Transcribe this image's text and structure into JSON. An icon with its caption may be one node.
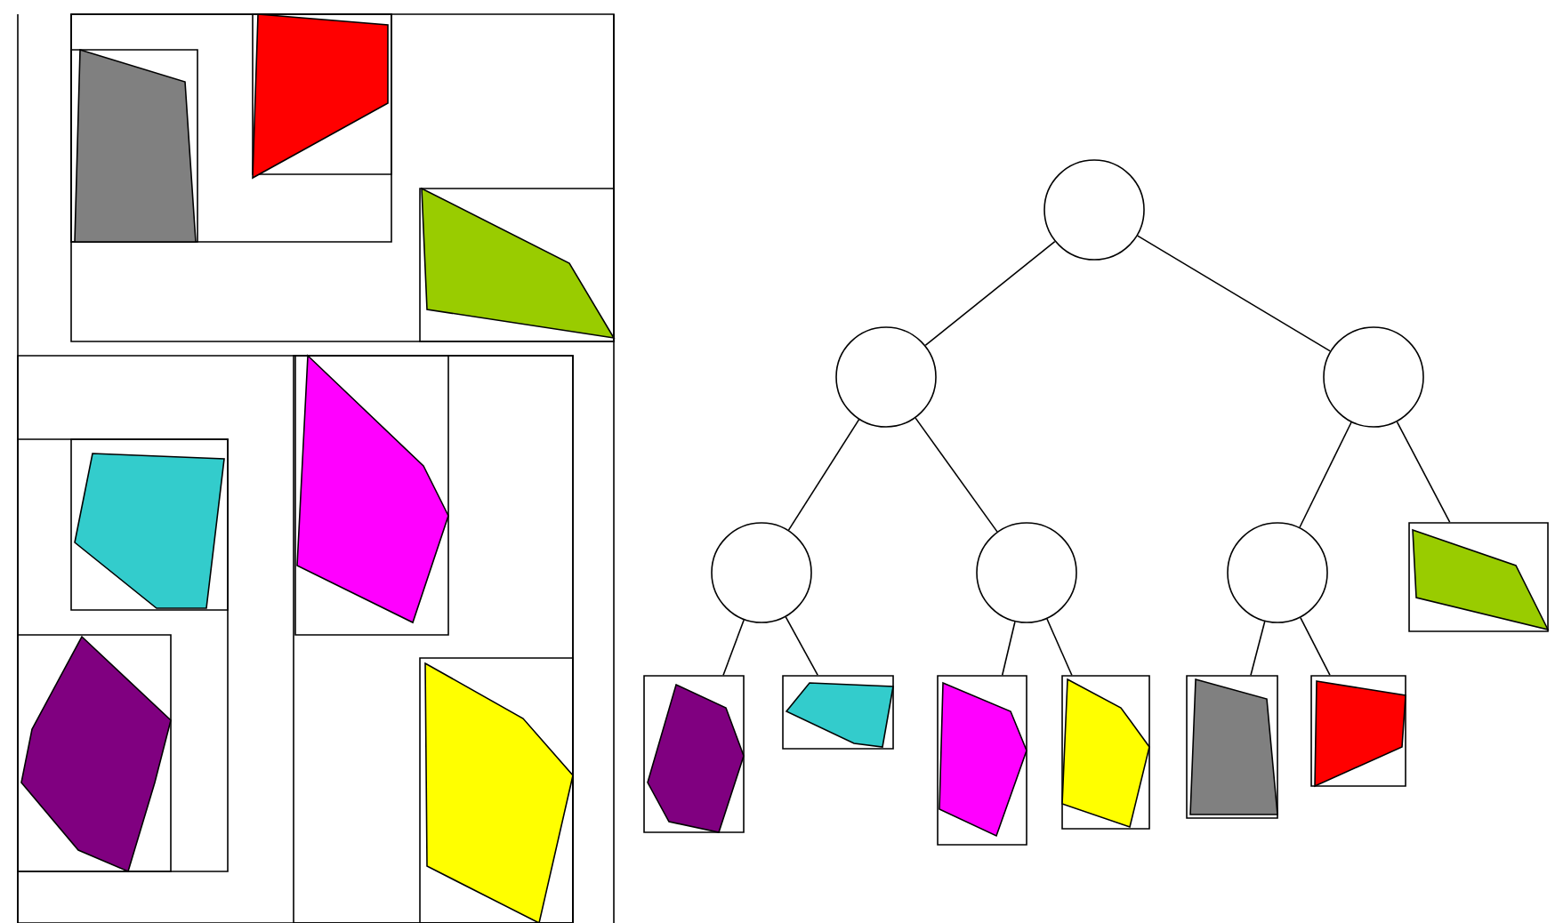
{
  "diagram": {
    "nodes": [
      {
        "text": [],
        "shape": "circle"
      },
      {
        "text": [],
        "shape": "circle"
      },
      {
        "text": [],
        "shape": "circle"
      },
      {
        "text": [],
        "shape": "circle"
      },
      {
        "text": [],
        "shape": "circle"
      },
      {
        "text": [],
        "shape": "circle"
      },
      {
        "text": [],
        "shape": "box"
      },
      {
        "text": [],
        "shape": "box"
      },
      {
        "text": [],
        "shape": "box"
      },
      {
        "text": [],
        "shape": "box"
      },
      {
        "text": [],
        "shape": "box"
      },
      {
        "text": [],
        "shape": "box"
      },
      {
        "text": [],
        "shape": "box"
      }
    ],
    "edges": [
      {
        "from": 0,
        "to": 1,
        "arrow": "none"
      },
      {
        "from": 0,
        "to": 2,
        "arrow": "none"
      },
      {
        "from": 1,
        "to": 3,
        "arrow": "none"
      },
      {
        "from": 1,
        "to": 4,
        "arrow": "none"
      },
      {
        "from": 2,
        "to": 5,
        "arrow": "none"
      },
      {
        "from": 2,
        "to": 6,
        "arrow": "none"
      },
      {
        "from": 3,
        "to": 7,
        "arrow": "none"
      },
      {
        "from": 3,
        "to": 8,
        "arrow": "none"
      },
      {
        "from": 4,
        "to": 9,
        "arrow": "none"
      },
      {
        "from": 4,
        "to": 10,
        "arrow": "none"
      },
      {
        "from": 5,
        "to": 11,
        "arrow": "none"
      },
      {
        "from": 5,
        "to": 12,
        "arrow": "none"
      }
    ]
  }
}
